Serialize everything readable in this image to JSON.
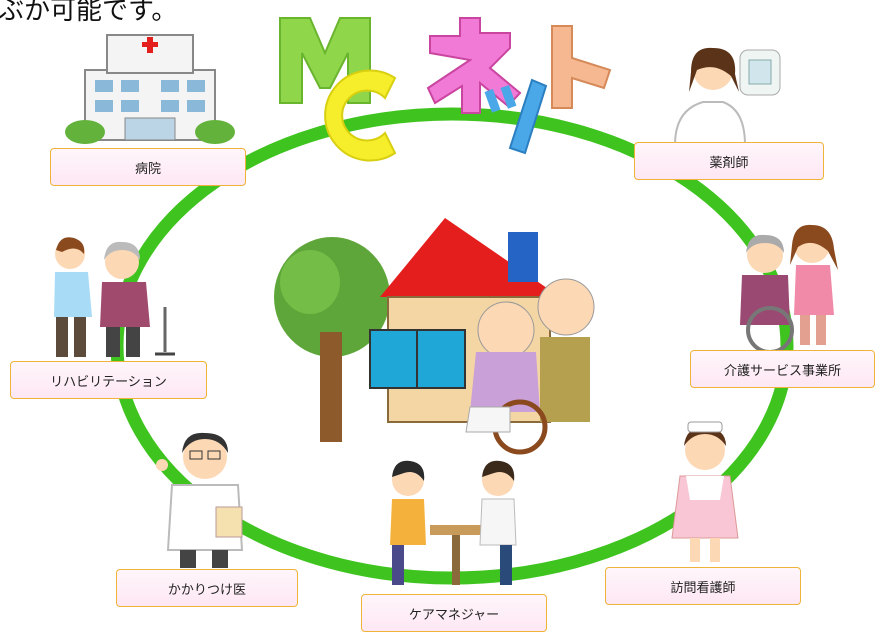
{
  "intro_text": "ぶか可能です。",
  "logo": {
    "line1": "MC",
    "line2": "ネット"
  },
  "colors": {
    "ring": "#3fc41f",
    "label_border": "#f0b33a",
    "roof": "#e41d1d",
    "house": "#f4d6a4",
    "window": "#1fa7d8"
  },
  "nodes": [
    {
      "id": "hospital",
      "label": "病院"
    },
    {
      "id": "pharmacist",
      "label": "薬剤師"
    },
    {
      "id": "rehab",
      "label": "リハビリテーション"
    },
    {
      "id": "care-service",
      "label": "介護サービス事業所"
    },
    {
      "id": "family-doctor",
      "label": "かかりつけ医"
    },
    {
      "id": "care-manager",
      "label": "ケアマネジャー"
    },
    {
      "id": "visiting-nurse",
      "label": "訪問看護師"
    }
  ]
}
